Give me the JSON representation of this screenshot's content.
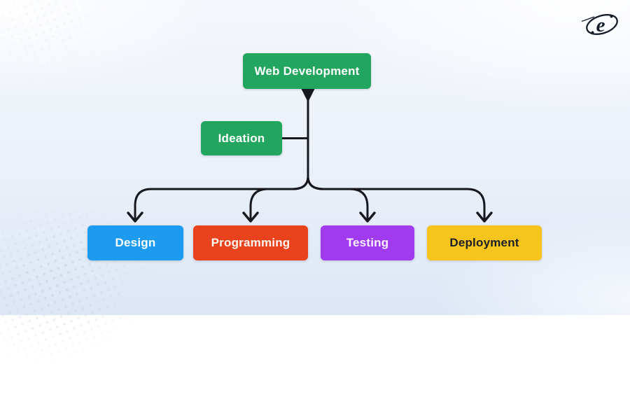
{
  "background": {
    "base_color": "#e9eff8",
    "bottom_tint": "#dce6f5",
    "dot_pattern_color": "#ccd4e2"
  },
  "logo": {
    "name": "e-orbit-logo",
    "glyph": "e",
    "color": "#151c2c"
  },
  "diagram": {
    "type": "flowchart",
    "line_color": "#17181d",
    "root": {
      "label": "Web Development",
      "bg": "#22a55e",
      "fg": "#ffffff"
    },
    "side": {
      "label": "Ideation",
      "bg": "#22a55e",
      "fg": "#ffffff"
    },
    "children": [
      {
        "label": "Design",
        "bg": "#1d9bf0",
        "fg": "#ffffff"
      },
      {
        "label": "Programming",
        "bg": "#e8431c",
        "fg": "#fdf4f1"
      },
      {
        "label": "Testing",
        "bg": "#a13bf0",
        "fg": "#f8f0ff"
      },
      {
        "label": "Deployment",
        "bg": "#f5c51d",
        "fg": "#1c1f26"
      }
    ]
  }
}
